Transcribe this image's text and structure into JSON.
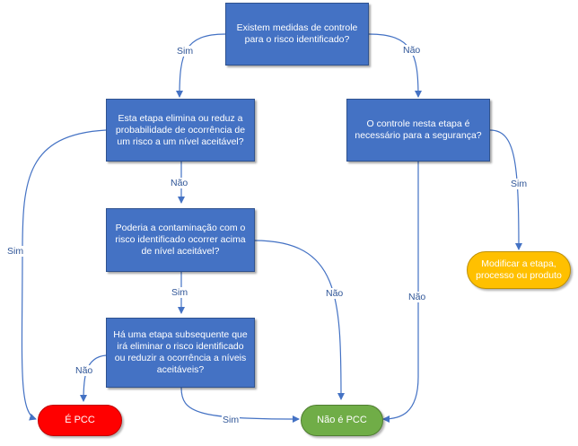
{
  "nodes": {
    "q1": "Existem medidas de controle para o risco identificado?",
    "q2": "Esta etapa elimina ou reduz a probabilidade de ocorrência de um risco a um nível aceitável?",
    "q3": "Poderia a contaminação com o risco identificado ocorrer acima de nível aceitável?",
    "q4": "Há uma etapa subsequente que irá eliminar o risco identificado ou reduzir a ocorrência a níveis aceitáveis?",
    "q5": "O controle nesta etapa é necessário para a segurança?",
    "modify": "Modificar a etapa, processo ou produto",
    "pcc": "É PCC",
    "not_pcc": "Não é PCC"
  },
  "edge_labels": {
    "q1_yes": "Sim",
    "q1_no": "Não",
    "q2_no": "Não",
    "q2_yes": "Sim",
    "q3_yes": "Sim",
    "q3_no": "Não",
    "q4_no": "Não",
    "q4_yes": "Sim",
    "q5_yes": "Sim",
    "q5_no": "Não"
  },
  "colors": {
    "box": "#4472c4",
    "line": "#4472c4",
    "pcc": "#ff0000",
    "not_pcc": "#70ad47",
    "modify": "#ffc000"
  }
}
